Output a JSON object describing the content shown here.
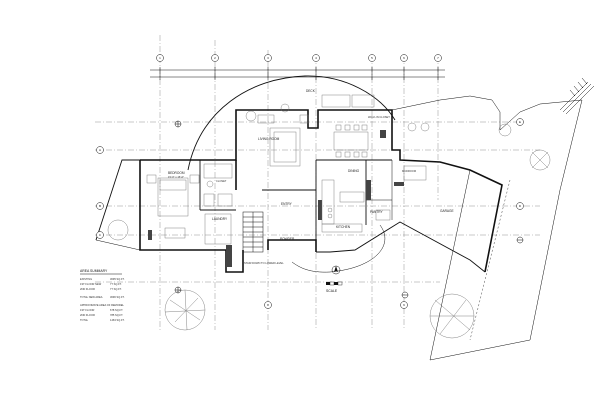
{
  "rooms": {
    "deck": "DECK",
    "living_room": "LIVING ROOM",
    "bedroom": "BEDROOM",
    "bedroom_dims": "15'-0\" x 15'-0\"",
    "dining": "DINING",
    "kitchen": "KITCHEN",
    "entry": "ENTRY",
    "powder": "POWDER",
    "laundry": "LAUNDRY",
    "pantry": "PANTRY",
    "walk_in_closet": "WALK-IN CLOSET",
    "closet": "CLOSET",
    "garage": "GARAGE",
    "mudroom": "MUDROOM"
  },
  "notes": {
    "stair_note": "STAIR DOWN TO LOWER LEVEL",
    "scale": "SCALE"
  },
  "area_summary": {
    "title": "AREA SUMMARY",
    "rows": [
      {
        "label": "EXISTING",
        "value": "3095 SQ.FT."
      },
      {
        "label": "1ST FLOOR NEW",
        "value": "77 SQ.FT."
      },
      {
        "label": "2ND FLOOR",
        "value": "77 SQ.FT."
      }
    ],
    "total_label": "TOTAL NEW AREA",
    "total_value": "3096 SQ.FT.",
    "remodel_title": "APPROXIMATE AREA OF REMODEL",
    "remodel_rows": [
      {
        "label": "1ST FLOOR",
        "value": "678 SQ.FT."
      },
      {
        "label": "2ND FLOOR",
        "value": "785 SQ.FT."
      },
      {
        "label": "TOTAL",
        "value": "1463 SQ.FT."
      }
    ]
  },
  "grid_bubbles": [
    "1",
    "2",
    "3",
    "4",
    "5",
    "6",
    "7",
    "8",
    "9",
    "A",
    "B",
    "C",
    "D",
    "E"
  ]
}
